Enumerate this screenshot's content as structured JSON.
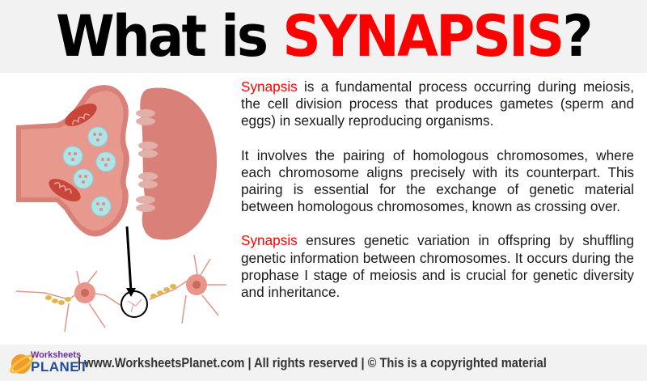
{
  "header": {
    "title_prefix": "What is ",
    "title_highlight": "SYNAPSIS",
    "title_suffix": "?"
  },
  "body": {
    "paragraphs": [
      {
        "highlight": "Synapsis",
        "text": " is a fundamental process occurring during meiosis, the cell division process that produces gametes (sperm and eggs) in sexually reproducing organisms."
      },
      {
        "highlight": "",
        "text": "It involves the pairing of homologous chromosomes, where each chromosome aligns precisely with its counterpart. This pairing is essential for the exchange of genetic material between homologous chromosomes, known as crossing over."
      },
      {
        "highlight": "Synapsis",
        "text": " ensures genetic variation in offspring by shuffling genetic information between chromosomes. It occurs during the prophase I stage of meiosis and is crucial for genetic diversity and inheritance."
      }
    ]
  },
  "illustration": {
    "icon": "synapse-neuron-illustration"
  },
  "footer": {
    "logo_line1": "Worksheets",
    "logo_line2": "PLANET",
    "text": "| www.WorksheetsPlanet.com | All rights reserved | © This is a copyrighted material"
  },
  "colors": {
    "accent": "#ff0000",
    "header_bg": "#f2f2f2",
    "neuron": "#e8968a",
    "vesicle": "#a8e0e6"
  }
}
